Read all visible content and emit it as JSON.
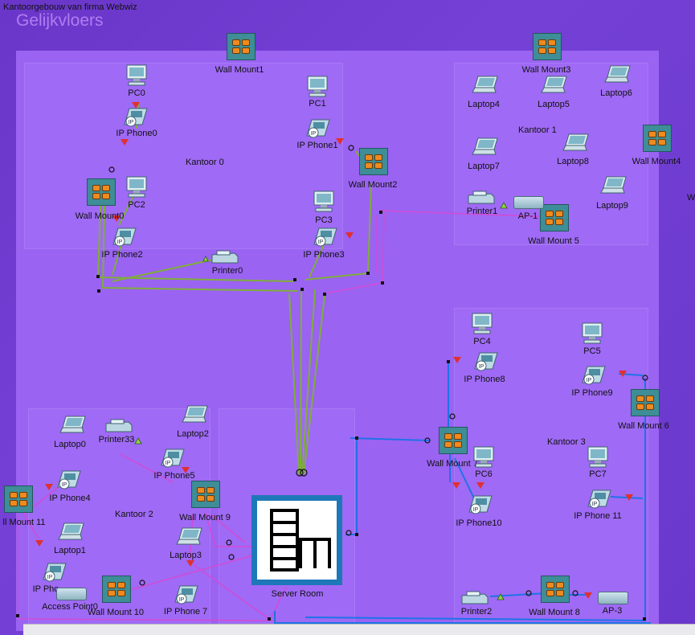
{
  "window_title": "Kantoorgebouw van firma Webwiz",
  "floor_title": "Gelijkvloers",
  "rooms": {
    "kantoor0": "Kantoor 0",
    "kantoor1": "Kantoor 1",
    "kantoor2": "Kantoor 2",
    "kantoor3": "Kantoor 3",
    "server_room": "Server Room"
  },
  "devices": {
    "wall_mount1": "Wall Mount1",
    "wall_mount2": "Wall Mount2",
    "wall_mount3": "Wall Mount3",
    "wall_mount4": "Wall Mount4",
    "wall_mount0": "Wall Mount0",
    "wall_mount5": "Wall Mount 5",
    "wall_mount6": "Wall Mount 6",
    "wall_mount7": "Wall Mount 7",
    "wall_mount8": "Wall Mount 8",
    "wall_mount9": "Wall Mount 9",
    "wall_mount10": "Wall Mount 10",
    "wall_mount11": "ll Mount 11",
    "pc0": "PC0",
    "pc1": "PC1",
    "pc2": "PC2",
    "pc3": "PC3",
    "pc4": "PC4",
    "pc5": "PC5",
    "pc6": "PC6",
    "pc7": "PC7",
    "phone0": "IP Phone0",
    "phone1": "IP Phone1",
    "phone2": "IP Phone2",
    "phone3": "IP Phone3",
    "phone4": "IP Phone4",
    "phone5": "IP Phone5",
    "phone7": "IP Phone 7",
    "phone8": "IP Phone8",
    "phone9": "IP Phone9",
    "phone10": "IP Phone10",
    "phone11": "IP Phone 11",
    "phone_cut": "IP Pho",
    "laptop0": "Laptop0",
    "laptop1": "Laptop1",
    "laptop2": "Laptop2",
    "laptop3": "Laptop3",
    "laptop4": "Laptop4",
    "laptop5": "Laptop5",
    "laptop6": "Laptop6",
    "laptop7": "Laptop7",
    "laptop8": "Laptop8",
    "laptop9": "Laptop9",
    "printer0": "Printer0",
    "printer1": "Printer1",
    "printer2": "Printer2",
    "printer33": "Printer33",
    "ap1": "AP-1",
    "ap3": "AP-3",
    "access_point0": "Access Point0"
  },
  "edge_glyph": "W",
  "colors": {
    "background": "#7440d6",
    "floor": "#9a63f2",
    "cable_green": "#7fae3a",
    "cable_magenta": "#d24bd6",
    "cable_blue": "#1e73e8",
    "switch_port": "#f08a1e"
  }
}
